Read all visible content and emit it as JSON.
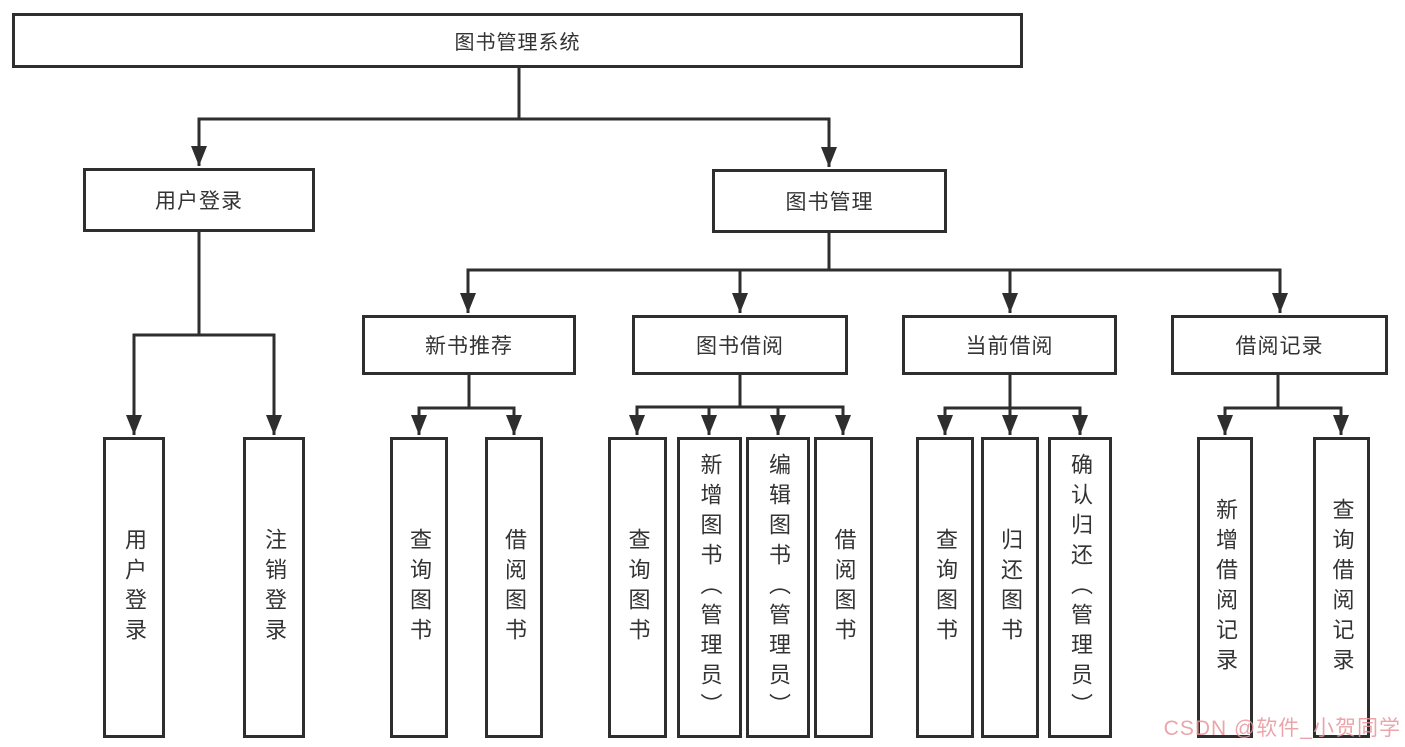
{
  "root": {
    "label": "图书管理系统"
  },
  "branches": {
    "user_login": {
      "label": "用户登录",
      "children": [
        "用户登录",
        "注销登录"
      ]
    },
    "book_management": {
      "label": "图书管理",
      "groups": [
        {
          "label": "新书推荐",
          "children": [
            "查询图书",
            "借阅图书"
          ]
        },
        {
          "label": "图书借阅",
          "children": [
            "查询图书",
            "新增图书（管理员）",
            "编辑图书（管理员）",
            "借阅图书"
          ]
        },
        {
          "label": "当前借阅",
          "children": [
            "查询图书",
            "归还图书",
            "确认归还（管理员）"
          ]
        },
        {
          "label": "借阅记录",
          "children": [
            "新增借阅记录",
            "查询借阅记录"
          ]
        }
      ]
    }
  },
  "watermark": "CSDN @软件_小贺同学",
  "colors": {
    "line": "#2e2e2e",
    "text": "#333333",
    "watermark": "#e8959b",
    "background": "#ffffff"
  }
}
